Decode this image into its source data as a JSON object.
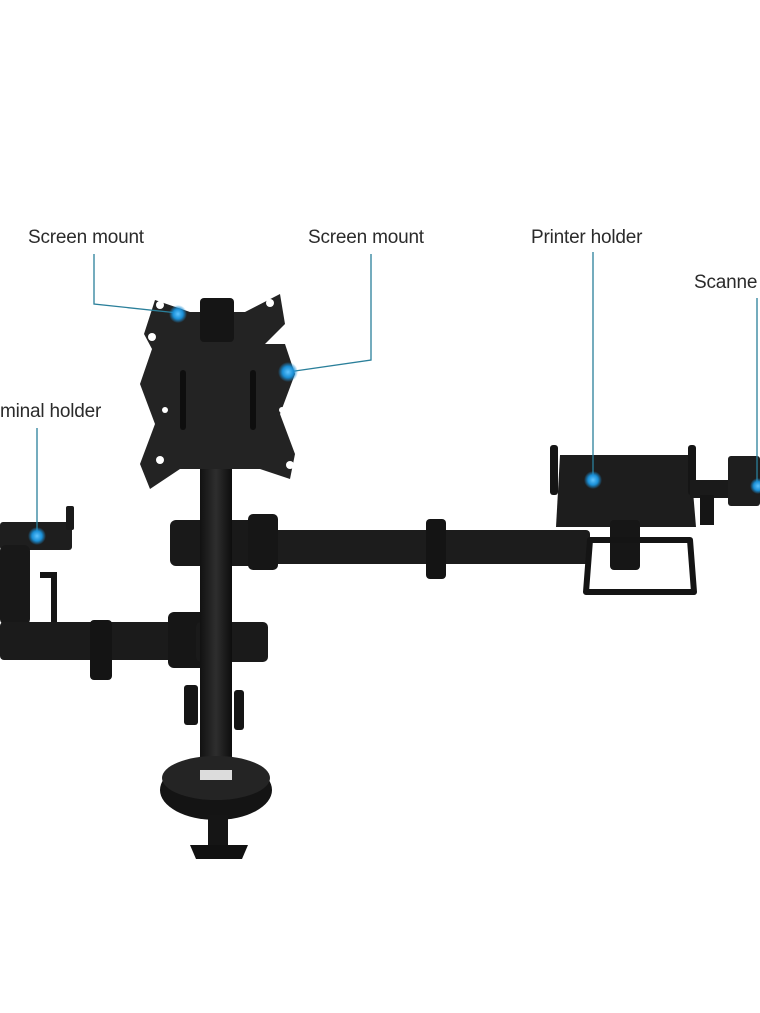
{
  "callouts": [
    {
      "id": "screen-mount-1",
      "text": "Screen mount"
    },
    {
      "id": "screen-mount-2",
      "text": "Screen mount"
    },
    {
      "id": "printer-holder",
      "text": "Printer holder"
    },
    {
      "id": "scanner-holder",
      "text": "Scanne"
    },
    {
      "id": "terminal-holder",
      "text": "minal holder"
    }
  ],
  "colors": {
    "leader_line": "#2a7f9a",
    "marker_dot": "#1a8fd6",
    "product": "#1c1c1c",
    "background": "#ffffff"
  }
}
